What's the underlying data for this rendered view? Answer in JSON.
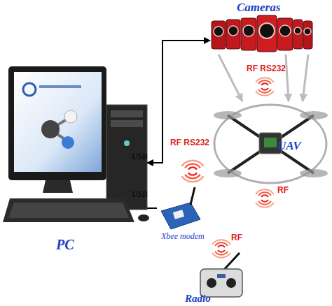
{
  "diagram": {
    "nodes": [
      {
        "text": [
          "Cameras"
        ]
      },
      {
        "text": [
          "PC"
        ]
      },
      {
        "text": [
          "UAV"
        ]
      },
      {
        "text": [
          "Xbee modem"
        ]
      },
      {
        "text": [
          "Radio"
        ]
      }
    ],
    "edges": [
      {
        "from": 1,
        "to": 0,
        "arrow": "both",
        "label": "USB"
      },
      {
        "from": 1,
        "to": 3,
        "arrow": "none",
        "label": "USB"
      },
      {
        "from": 0,
        "to": 2,
        "arrow": "to"
      },
      {
        "from": 0,
        "to": 2,
        "arrow": "to"
      },
      {
        "from": 0,
        "to": 2,
        "arrow": "to"
      }
    ],
    "labels": [
      "RF RS232",
      "RF RS232",
      "RF",
      "RF"
    ]
  }
}
